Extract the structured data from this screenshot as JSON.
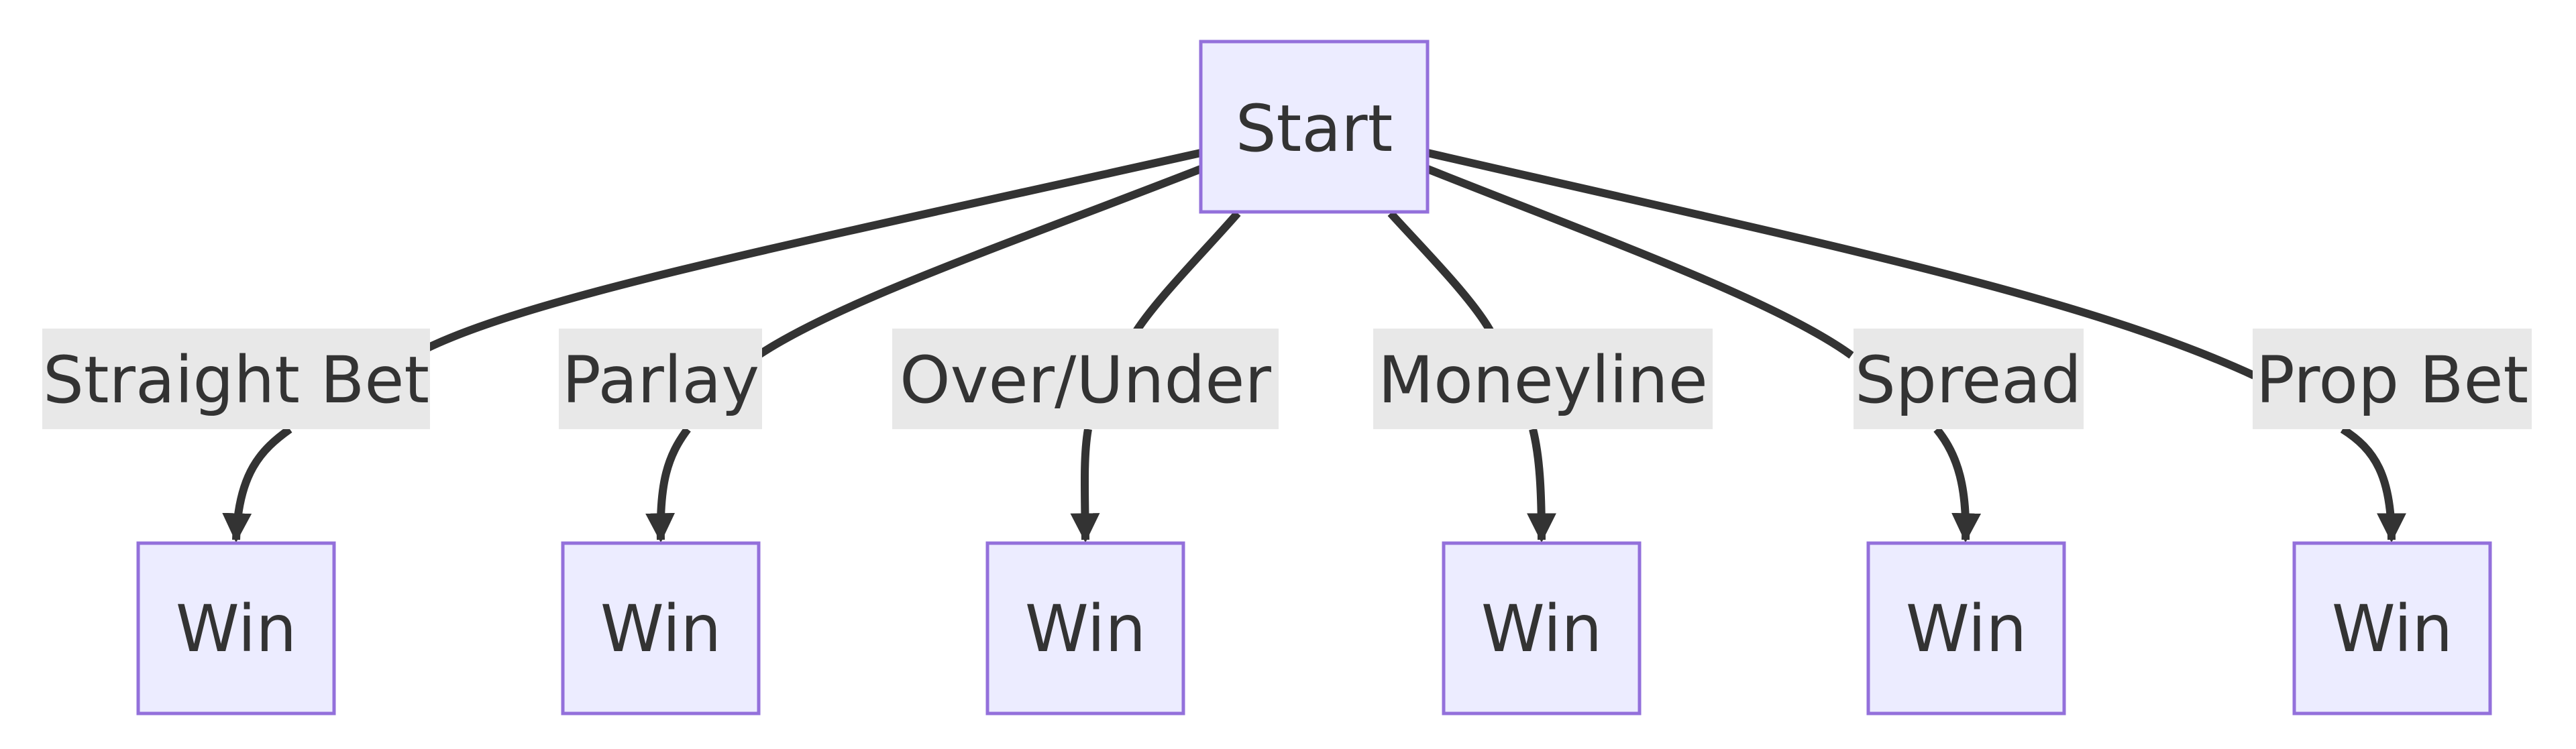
{
  "diagram": {
    "type": "flowchart",
    "start": {
      "label": "Start"
    },
    "branches": [
      {
        "edge_label": "Straight Bet",
        "target": "Win"
      },
      {
        "edge_label": "Parlay",
        "target": "Win"
      },
      {
        "edge_label": "Over/Under",
        "target": "Win"
      },
      {
        "edge_label": "Moneyline",
        "target": "Win"
      },
      {
        "edge_label": "Spread",
        "target": "Win"
      },
      {
        "edge_label": "Prop Bet",
        "target": "Win"
      }
    ],
    "colors": {
      "node_fill": "#ECECFF",
      "node_stroke": "#9370DB",
      "edge": "#333333",
      "label_background": "#E8E8E8",
      "text": "#333333"
    }
  }
}
